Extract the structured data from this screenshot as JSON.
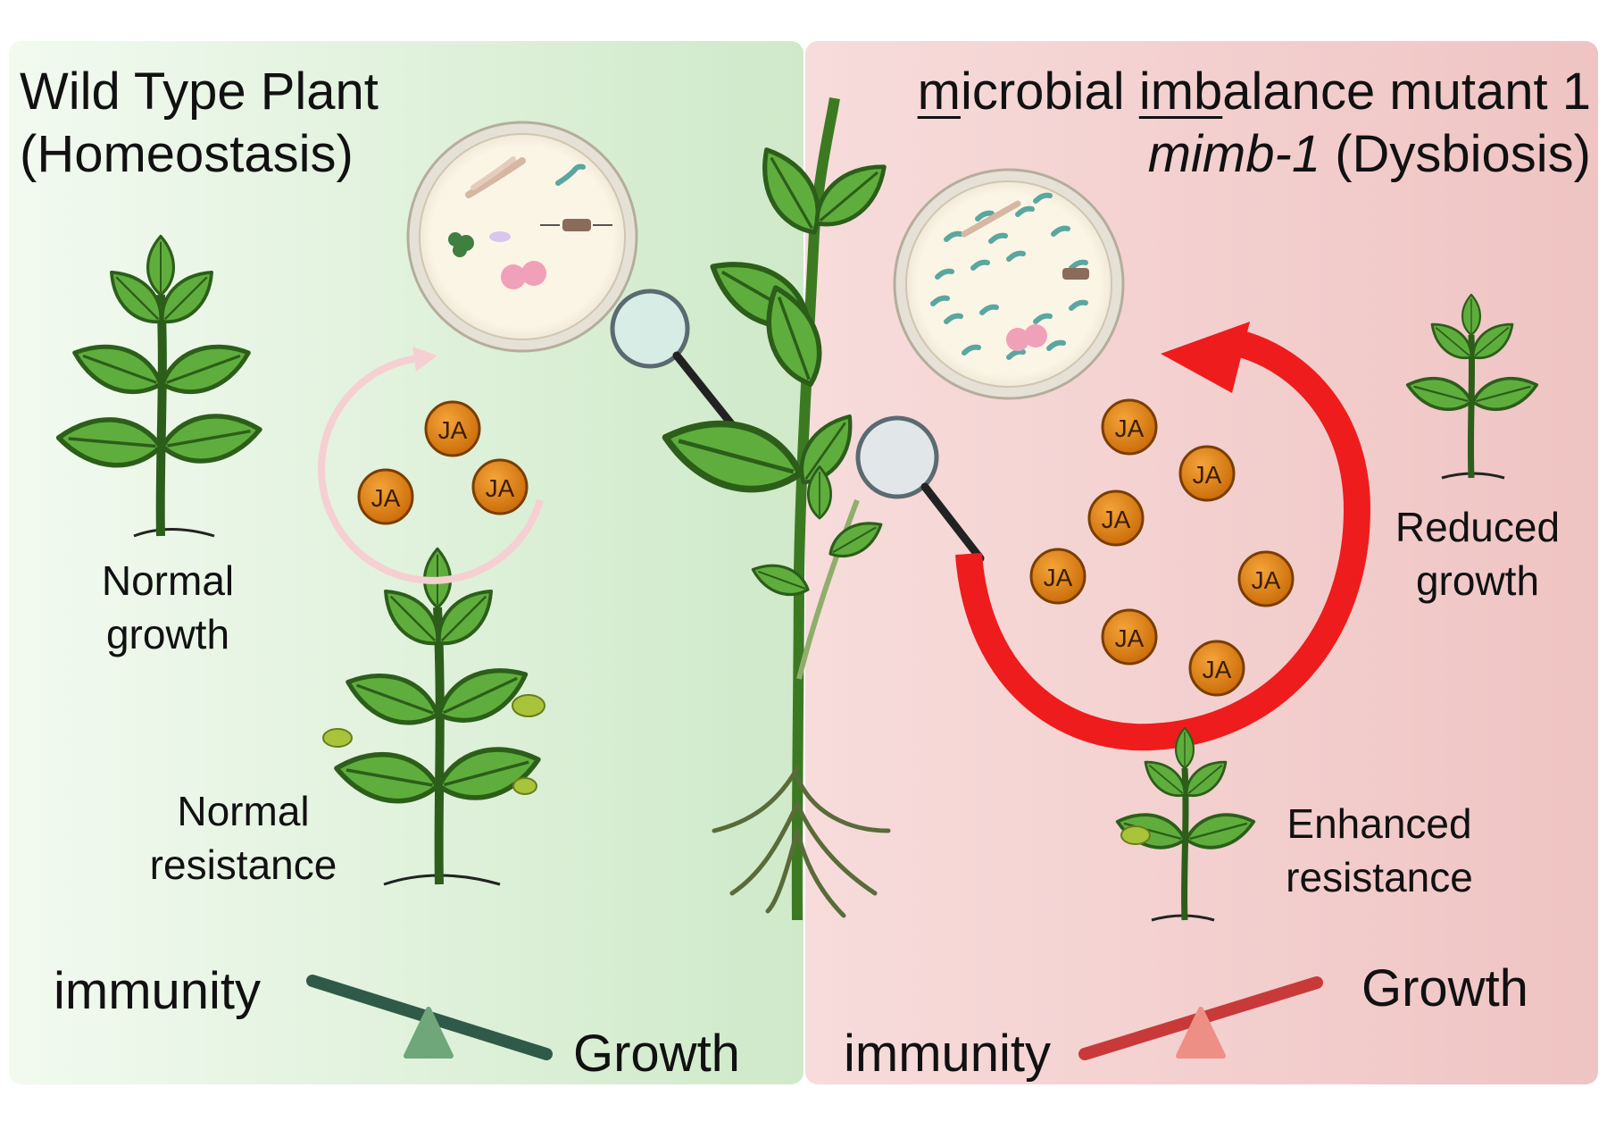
{
  "left_panel": {
    "title_line1": "Wild Type Plant",
    "title_line2": "(Homeostasis)",
    "growth_label_1": "Normal",
    "growth_label_2": "growth",
    "resistance_label_1": "Normal",
    "resistance_label_2": "resistance",
    "immunity_label": "immunity",
    "growth_balance_label": "Growth",
    "ja_label": "JA",
    "bg_color": "#d8efd3",
    "balance_color": "#2f5a47"
  },
  "right_panel": {
    "title_u1": "m",
    "title_p1": "icrobial ",
    "title_u2": "imb",
    "title_p2": "alance mutant 1",
    "title_italic": "mimb-1",
    "title_rest": " (Dysbiosis)",
    "growth_label_1": "Reduced",
    "growth_label_2": "growth",
    "resistance_label_1": "Enhanced",
    "resistance_label_2": "resistance",
    "immunity_label": "immunity",
    "growth_balance_label": "Growth",
    "ja_label": "JA",
    "bg_color": "#f3d3d1",
    "balance_color": "#c83a3a",
    "arrow_color": "#ee1c1c"
  }
}
